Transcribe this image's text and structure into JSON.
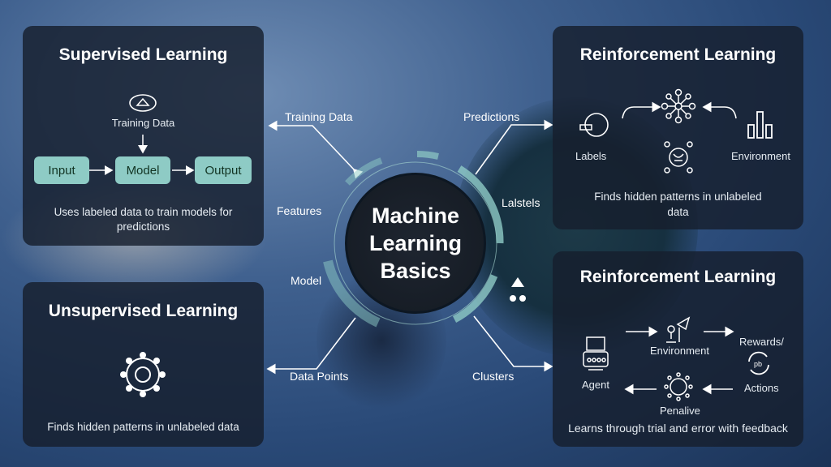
{
  "center": {
    "line1": "Machine",
    "line2": "Learning",
    "line3": "Basics"
  },
  "connectors": {
    "training_data": "Training Data",
    "predictions": "Predictions",
    "features": "Features",
    "lalstels": "Lalstels",
    "model": "Model",
    "data_points": "Data Points",
    "clusters": "Clusters"
  },
  "supervised": {
    "title": "Supervised Learning",
    "training_data": "Training Data",
    "input": "Input",
    "model": "Model",
    "output": "Output",
    "description": "Uses labeled data to train models for predictions"
  },
  "unsupervised": {
    "title": "Unsupervised Learning",
    "description": "Finds hidden patterns in unlabeled data"
  },
  "reinforcement_top": {
    "title": "Reinforcement Learning",
    "labels": "Labels",
    "environment": "Environment",
    "description": "Finds hidden patterns in unlabeled data"
  },
  "reinforcement_bottom": {
    "title": "Reinforcement Learning",
    "agent": "Agent",
    "environment": "Environment",
    "rewards": "Rewards/",
    "actions": "Actions",
    "penalive": "Penalive",
    "description": "Learns through trial and error with feedback"
  },
  "colors": {
    "accent": "#8ecbc5",
    "panel": "#161e2d"
  }
}
